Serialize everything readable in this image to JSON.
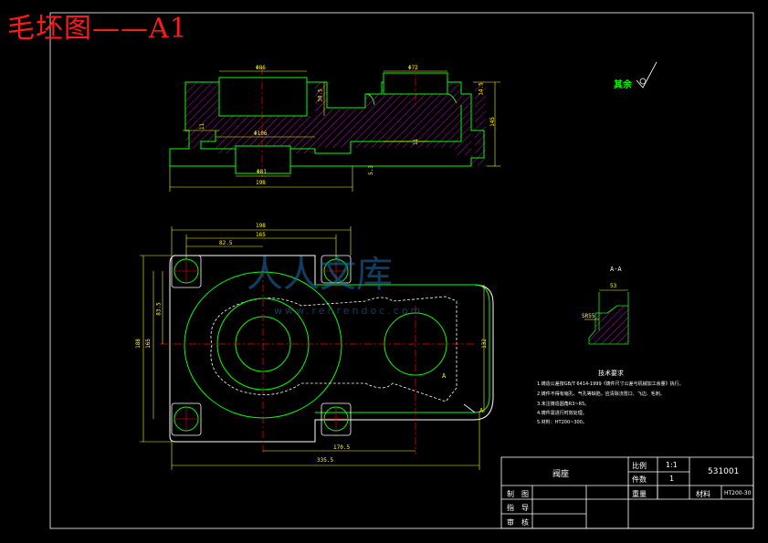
{
  "header": {
    "title": "毛坯图——A1"
  },
  "top_view": {
    "dims": {
      "d1": "Φ86",
      "d2": "Φ72",
      "d3": "Φ106",
      "d4": "Φ81",
      "d5": "198",
      "d6": "30.5",
      "d7": "14.5",
      "d8": "11",
      "d9": "11",
      "d10": "145",
      "d11": "5.3"
    }
  },
  "finish_note": {
    "text": "其余",
    "symbol": "roughness-symbol"
  },
  "plan_view": {
    "dims": {
      "w198": "198",
      "w165": "165",
      "w82": "82.5",
      "h188": "188",
      "h165": "165",
      "h83": "83.5",
      "h132": "132",
      "l170": "170.5",
      "l335": "335.5",
      "sec": "A"
    }
  },
  "section": {
    "label": "A-A",
    "dim_top": "53",
    "dim_left": "SR55"
  },
  "tech_req": {
    "heading": "技术要求",
    "items": [
      "1.铸造公差按GB/T 6414-1999《铸件尺寸公差与机械加工余量》执行。",
      "2.铸件不得有缩孔、气孔等缺陷，应清除浇冒口、飞边、毛刺。",
      "3.未注铸造圆角R3~R5。",
      "4.铸件需进行时效处理。",
      "5.材料：HT200~300。"
    ]
  },
  "title_block": {
    "part_name": "阀座",
    "scale_label": "比例",
    "scale_value": "1:1",
    "qty_label": "件数",
    "qty_value": "1",
    "drawing_no": "531001",
    "weight_label": "重量",
    "material_label": "材料",
    "material_value": "HT200-30",
    "draw_label": "制　图",
    "check_label": "指　导",
    "review_label": "审　核"
  },
  "watermark": {
    "text": "人人文库",
    "url": "www.renrendoc.com"
  },
  "colors": {
    "outline": "#00ff00",
    "hatch": "#ff00ff",
    "dims": "#ffff00",
    "center": "#ff0000",
    "border": "#ffffff"
  }
}
